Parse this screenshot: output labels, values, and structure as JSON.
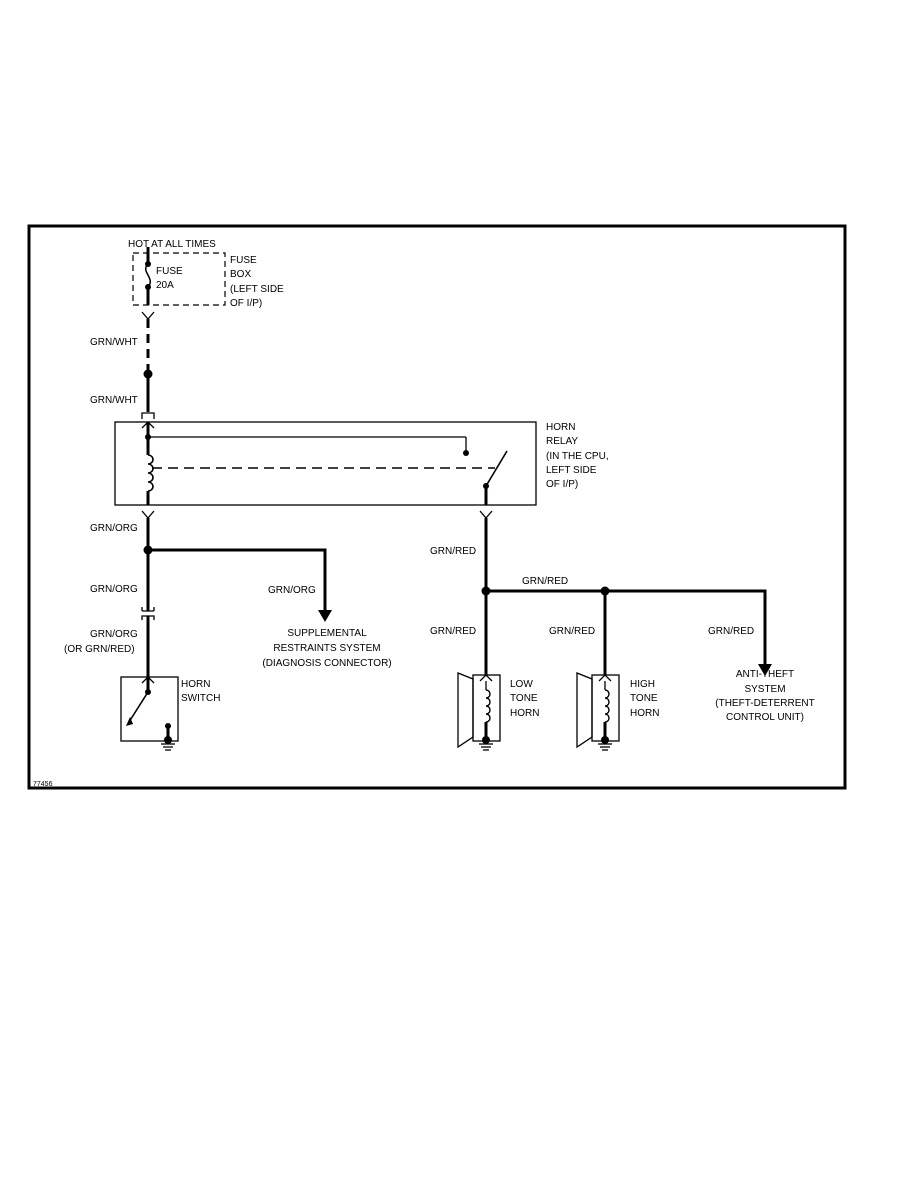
{
  "diagram_id": "77456",
  "power": {
    "hot_label": "HOT AT ALL TIMES"
  },
  "fuse": {
    "name": "FUSE",
    "rating": "20A"
  },
  "fuse_box": {
    "lines": [
      "FUSE",
      "BOX",
      "(LEFT SIDE",
      "OF I/P)"
    ]
  },
  "wires": {
    "fuse_to_splice": "GRN/WHT",
    "splice_to_relay": "GRN/WHT",
    "relay_out_left": "GRN/ORG",
    "srs_branch": "GRN/ORG",
    "to_switch_connector": "GRN/ORG",
    "switch_lines": [
      "GRN/ORG",
      "(OR GRN/RED)"
    ],
    "relay_out_right": "GRN/RED",
    "horn_bus": "GRN/RED",
    "low_tone_feed": "GRN/RED",
    "high_tone_feed": "GRN/RED",
    "anti_theft_feed": "GRN/RED"
  },
  "horn_relay": {
    "lines": [
      "HORN",
      "RELAY",
      "(IN THE CPU,",
      "LEFT SIDE",
      "OF I/P)"
    ]
  },
  "srs": {
    "lines": [
      "SUPPLEMENTAL",
      "RESTRAINTS SYSTEM",
      "(DIAGNOSIS CONNECTOR)"
    ]
  },
  "horn_switch": {
    "lines": [
      "HORN",
      "SWITCH"
    ]
  },
  "low_tone_horn": {
    "lines": [
      "LOW",
      "TONE",
      "HORN"
    ]
  },
  "high_tone_horn": {
    "lines": [
      "HIGH",
      "TONE",
      "HORN"
    ]
  },
  "anti_theft": {
    "lines": [
      "ANTI-THEFT",
      "SYSTEM",
      "(THEFT-DETERRENT",
      "CONTROL UNIT)"
    ]
  }
}
